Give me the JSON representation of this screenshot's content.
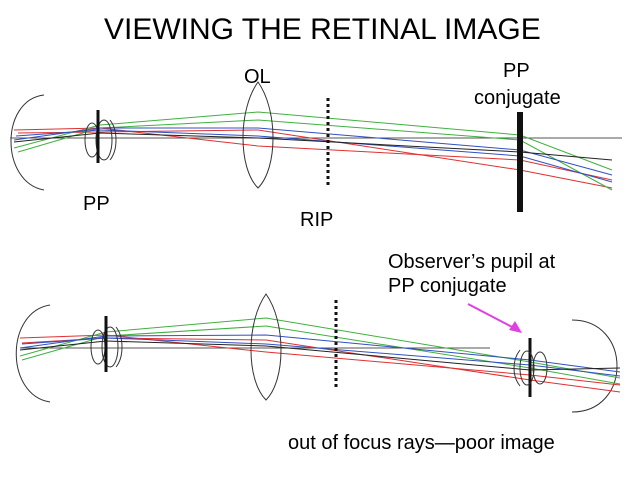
{
  "title": "VIEWING THE RETINAL IMAGE",
  "labels": {
    "ol": "OL",
    "pp_conjugate_line1": "PP",
    "pp_conjugate_line2": "conjugate",
    "pp": "PP",
    "rip": "RIP",
    "observer_line1": "Observer’s pupil at",
    "observer_line2": "PP conjugate",
    "out_of_focus": "out of focus rays—poor image"
  },
  "colors": {
    "red": "#e03030",
    "green": "#40b040",
    "blue": "#3050c0",
    "black": "#222222",
    "arrow": "#e040e0"
  }
}
